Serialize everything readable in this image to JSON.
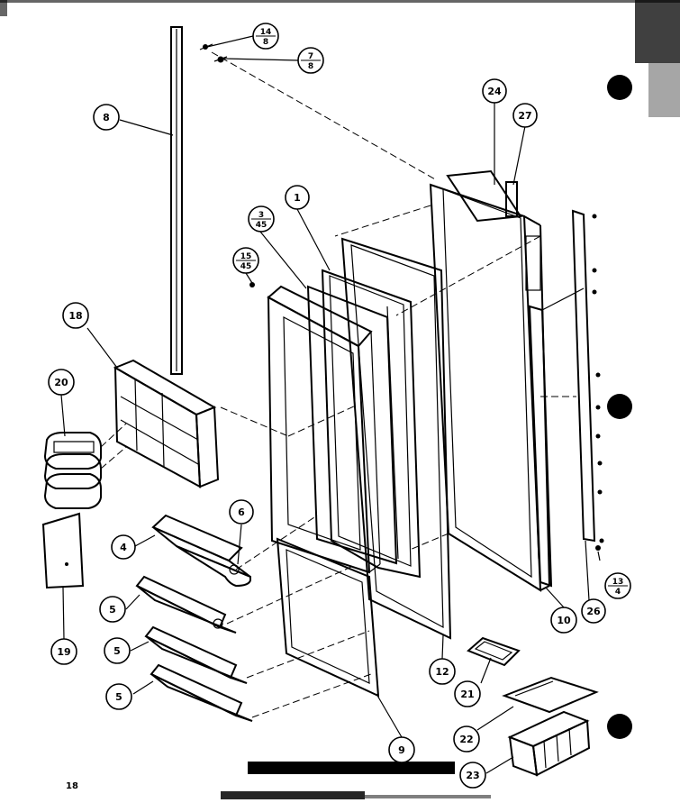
{
  "page_number": "18",
  "callouts": [
    {
      "id": "c8a",
      "label": "8"
    },
    {
      "id": "c14",
      "num": "14",
      "den": "8"
    },
    {
      "id": "c7",
      "num": "7",
      "den": "8"
    },
    {
      "id": "c24",
      "label": "24"
    },
    {
      "id": "c27",
      "label": "27"
    },
    {
      "id": "c1",
      "label": "1"
    },
    {
      "id": "c3",
      "num": "3",
      "den": "45"
    },
    {
      "id": "c15",
      "num": "15",
      "den": "45"
    },
    {
      "id": "c18",
      "label": "18"
    },
    {
      "id": "c20",
      "label": "20"
    },
    {
      "id": "c6",
      "label": "6"
    },
    {
      "id": "c4",
      "label": "4"
    },
    {
      "id": "c5a",
      "label": "5"
    },
    {
      "id": "c5b",
      "label": "5"
    },
    {
      "id": "c5c",
      "label": "5"
    },
    {
      "id": "c19",
      "label": "19"
    },
    {
      "id": "c9",
      "label": "9"
    },
    {
      "id": "c12",
      "label": "12"
    },
    {
      "id": "c10",
      "label": "10"
    },
    {
      "id": "c26",
      "label": "26"
    },
    {
      "id": "c13",
      "num": "13",
      "den": "4"
    },
    {
      "id": "c21",
      "label": "21"
    },
    {
      "id": "c22",
      "label": "22"
    },
    {
      "id": "c23",
      "label": "23"
    }
  ]
}
